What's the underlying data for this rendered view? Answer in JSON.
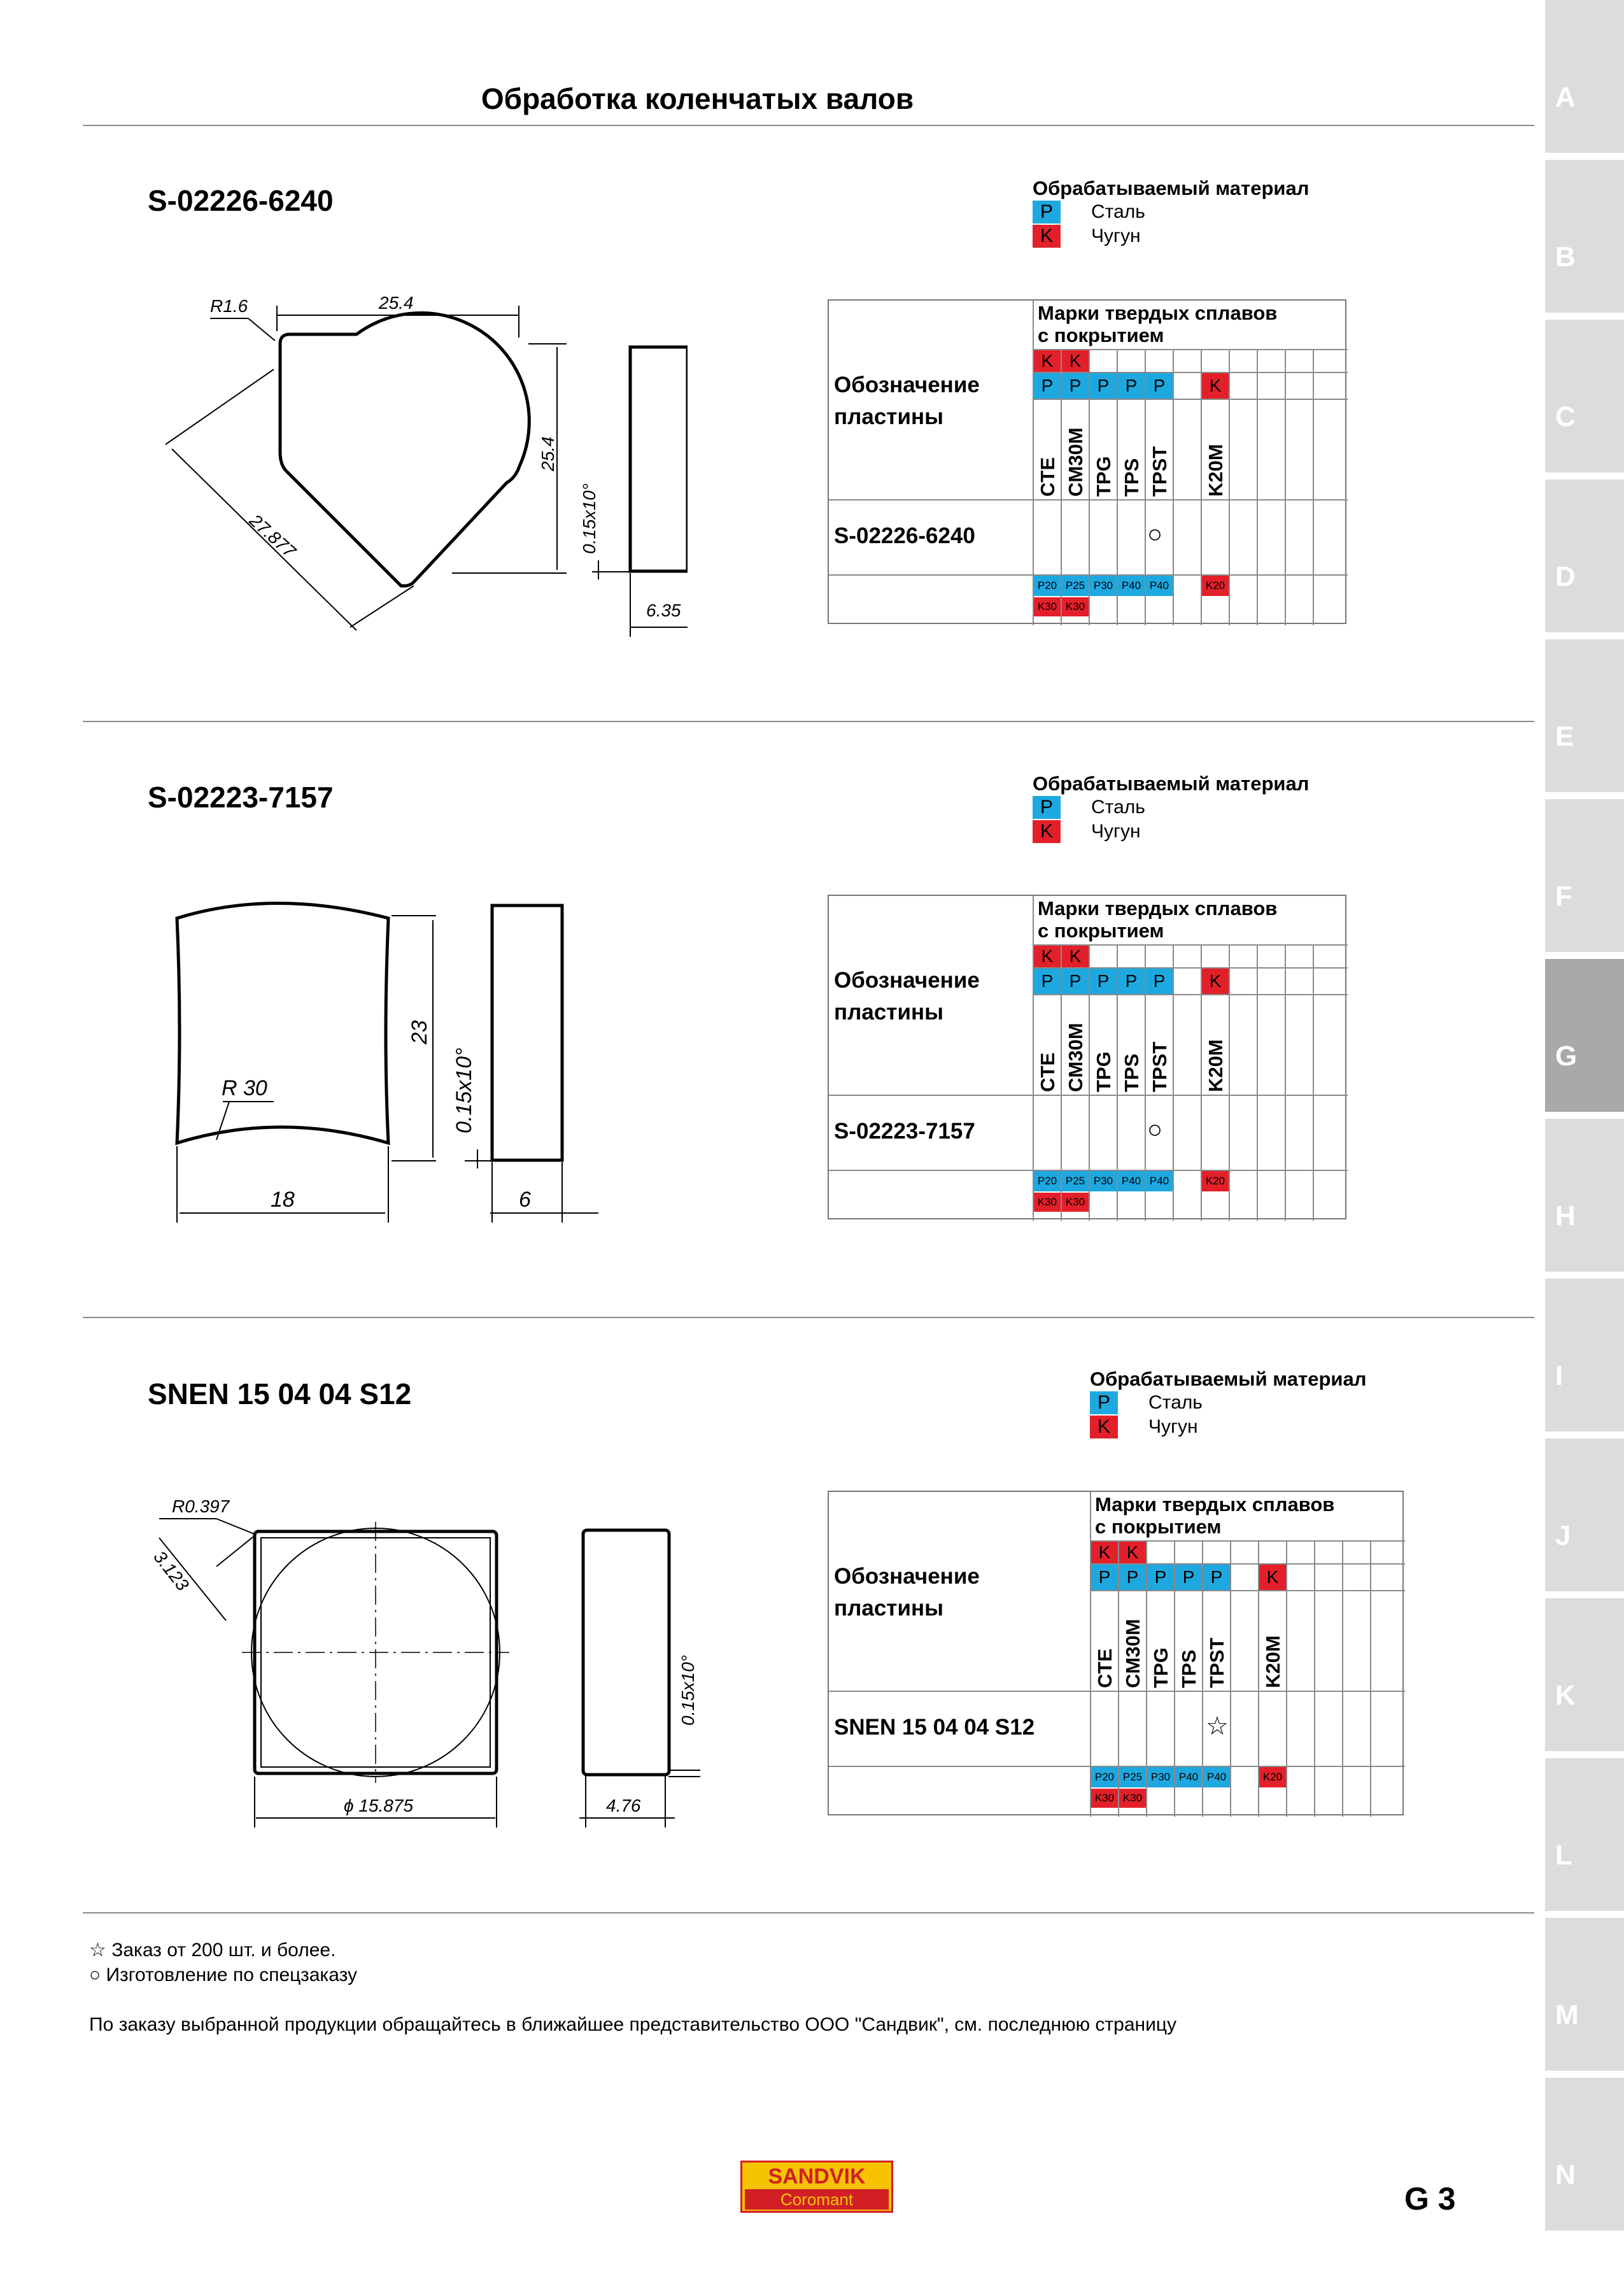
{
  "page": {
    "title": "Обработка коленчатых валов",
    "page_number": "G 3"
  },
  "sidebar": {
    "tabs": [
      "A",
      "B",
      "C",
      "D",
      "E",
      "F",
      "G",
      "H",
      "I",
      "J",
      "K",
      "L",
      "M",
      "N"
    ],
    "active": "G"
  },
  "legend_common": {
    "material_heading": "Обрабатываемый материал",
    "p_code": "P",
    "p_name": "Сталь",
    "k_code": "K",
    "k_name": "Чугун",
    "grades_heading_1": "Марки твердых сплавов",
    "grades_heading_2": "с покрытием",
    "designation_1": "Обозначение",
    "designation_2": "пластины",
    "grades": [
      "CTE",
      "CM30M",
      "TPG",
      "TPS",
      "TPST",
      "K20M"
    ],
    "p_ranges": [
      "P20",
      "P25",
      "P30",
      "P40",
      "P40"
    ],
    "k_ranges": [
      "K30",
      "K30"
    ],
    "k20": "K20",
    "k_letter": "K",
    "p_letter": "P"
  },
  "sections": [
    {
      "title": "S-02226-6240",
      "insert_name": "S-02226-6240",
      "mark_symbol": "○",
      "dims": {
        "r": "R1.6",
        "w": "25.4",
        "h": "25.4",
        "diag": "27.877",
        "ang": "0.15x10°",
        "t": "6.35"
      }
    },
    {
      "title": "S-02223-7157",
      "insert_name": "S-02223-7157",
      "mark_symbol": "○",
      "dims": {
        "r": "R 30",
        "w": "18",
        "h": "23",
        "ang": "0.15x10°",
        "t": "6"
      }
    },
    {
      "title": "SNEN 15 04 04 S12",
      "insert_name": "SNEN 15 04 04 S12",
      "mark_symbol": "☆",
      "dims": {
        "r": "R0.397",
        "c": "3.123",
        "d": "ϕ 15.875",
        "ang": "0.15x10°",
        "t": "4.76"
      }
    }
  ],
  "notes": {
    "star": "☆ Заказ от 200 шт. и более.",
    "circle": "○ Изготовление по спецзаказу",
    "contact": "По заказу выбранной продукции обращайтесь в ближайшее представительство ООО \"Сандвик\", см. последнюю страницу"
  },
  "logo": {
    "brand": "SANDVIK",
    "sub": "Coromant"
  }
}
